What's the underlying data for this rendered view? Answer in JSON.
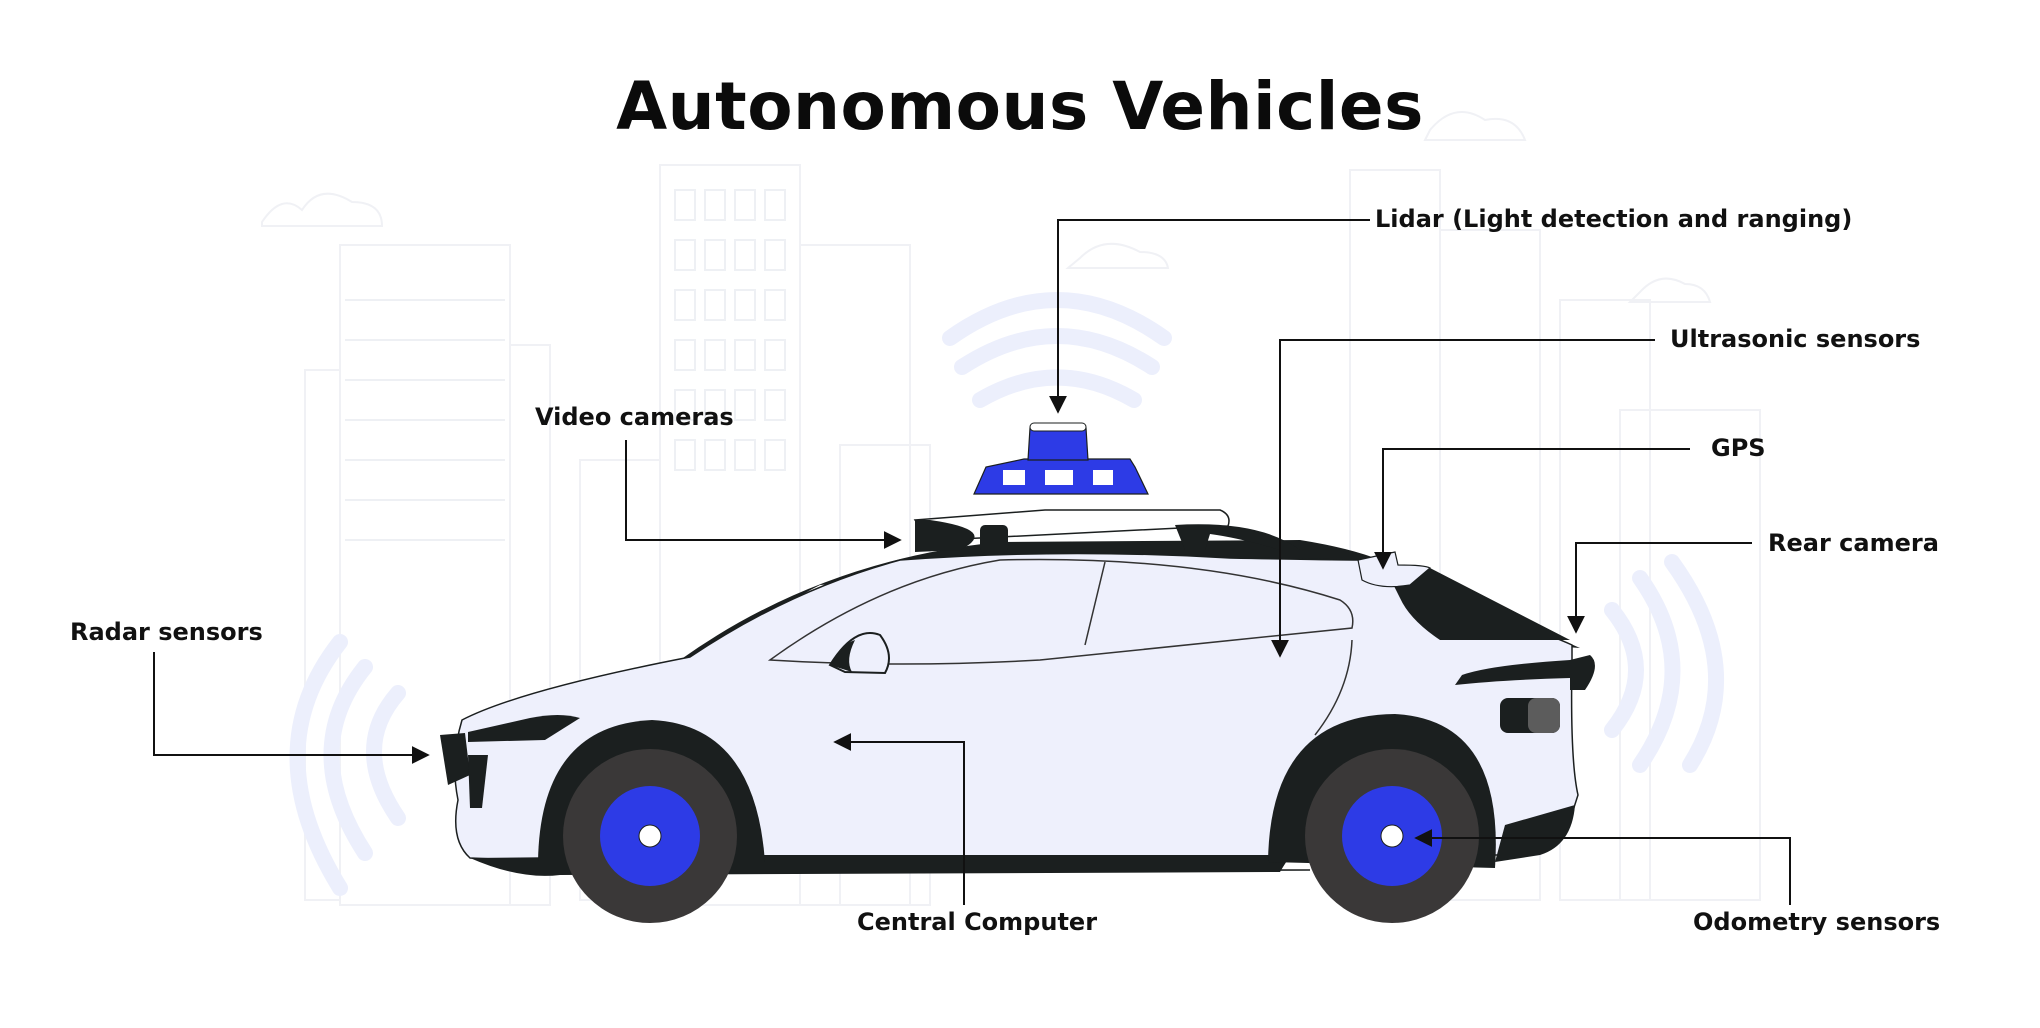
{
  "title": "Autonomous Vehicles",
  "colors": {
    "background": "#ffffff",
    "body": "#eef0fc",
    "dark": "#1b1f1f",
    "accent_blue": "#2d3be6",
    "tire": "#3a3838",
    "wave": "#eceffc",
    "skyline": "#f1f2f6",
    "text": "#111111"
  },
  "callouts": [
    {
      "id": "lidar",
      "label": "Lidar (Light detection and ranging)",
      "icon": "lidar-sensor-icon"
    },
    {
      "id": "ultrasonic",
      "label": "Ultrasonic sensors",
      "icon": "ultrasonic-sensor-icon"
    },
    {
      "id": "gps",
      "label": "GPS",
      "icon": "gps-antenna-icon"
    },
    {
      "id": "rear_camera",
      "label": "Rear camera",
      "icon": "rear-camera-icon"
    },
    {
      "id": "video_cameras",
      "label": "Video cameras",
      "icon": "video-camera-icon"
    },
    {
      "id": "radar",
      "label": "Radar sensors",
      "icon": "radar-sensor-icon"
    },
    {
      "id": "central_computer",
      "label": "Central Computer",
      "icon": "computer-icon"
    },
    {
      "id": "odometry",
      "label": "Odometry sensors",
      "icon": "odometry-sensor-icon"
    }
  ]
}
